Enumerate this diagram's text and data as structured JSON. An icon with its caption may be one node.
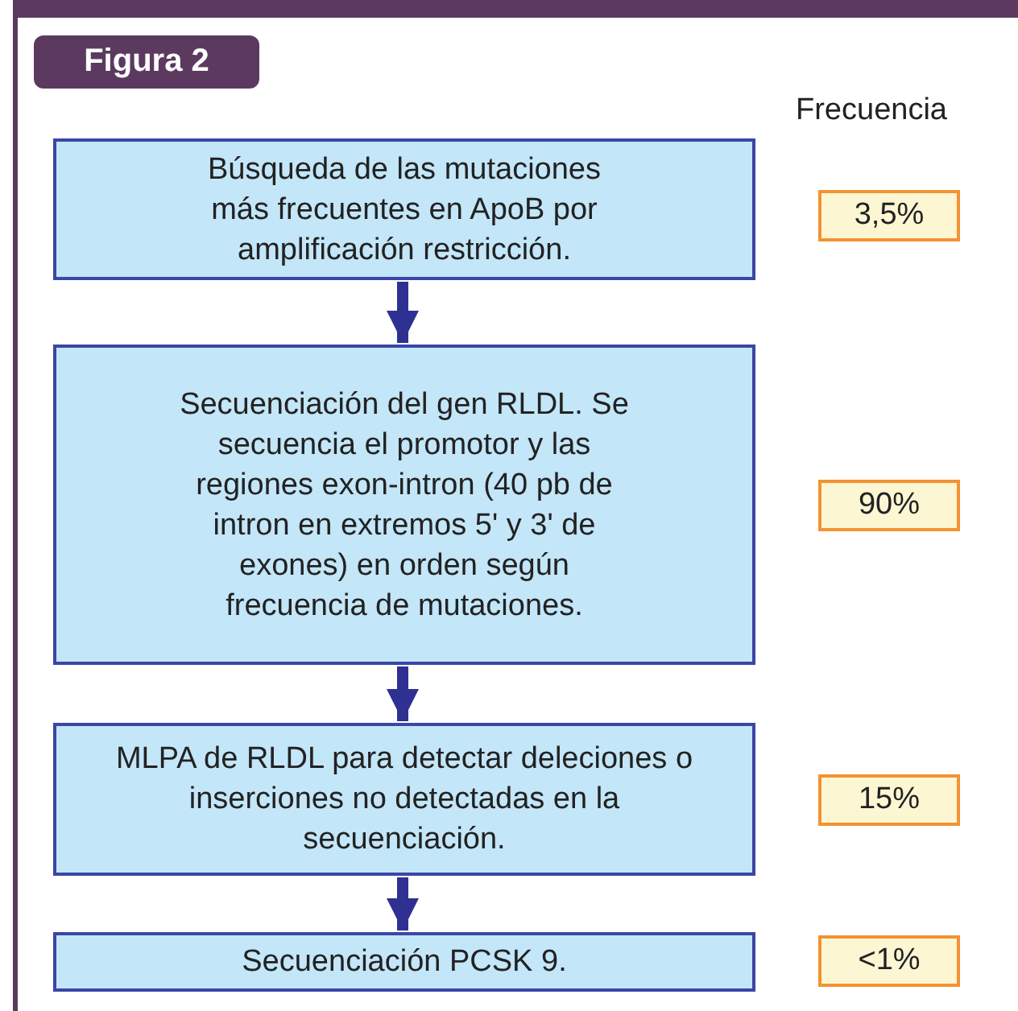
{
  "diagram": {
    "nodes": [
      {
        "text": [
          "Figura 2"
        ]
      },
      {
        "text": [
          "Búsqueda de las mutaciones más frecuentes en ApoB por amplificación restricción."
        ]
      },
      {
        "text": [
          "3,5%"
        ]
      },
      {
        "text": [
          "Secuenciación del gen RLDL. Se secuencia el promotor y las regiones exon-intron (40 pb de intron en extremos 5' y 3' de exones) en orden según frecuencia de mutaciones."
        ]
      },
      {
        "text": [
          "90%"
        ]
      },
      {
        "text": [
          "MLPA de RLDL para detectar deleciones o inserciones no detectadas en la secuenciación."
        ]
      },
      {
        "text": [
          "15%"
        ]
      },
      {
        "text": [
          "Secuenciación PCSK 9."
        ]
      },
      {
        "text": [
          "<1%"
        ]
      }
    ],
    "edges": [
      {
        "from": 1,
        "to": 3,
        "arrow": "to"
      },
      {
        "from": 3,
        "to": 5,
        "arrow": "to"
      },
      {
        "from": 5,
        "to": 7,
        "arrow": "to"
      }
    ],
    "labels": [
      "Frecuencia"
    ]
  }
}
